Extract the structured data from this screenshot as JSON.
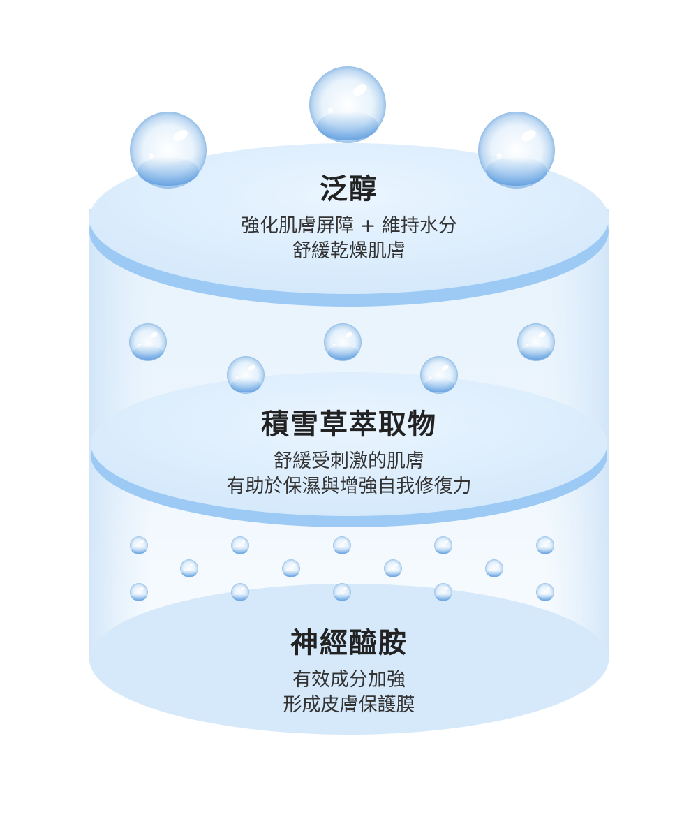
{
  "layers": [
    {
      "title": "泛醇",
      "lines": [
        "強化肌膚屏障 + 維持水分",
        "舒緩乾燥肌膚"
      ]
    },
    {
      "title": "積雪草萃取物",
      "lines": [
        "舒緩受刺激的肌膚",
        "有助於保濕與增強自我修復力"
      ]
    },
    {
      "title": "神經醯胺",
      "lines": [
        "有效成分加強",
        "形成皮膚保護膜"
      ]
    }
  ]
}
